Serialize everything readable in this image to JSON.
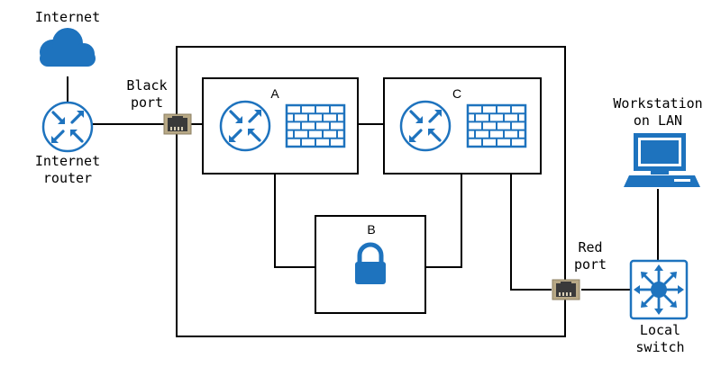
{
  "labels": {
    "internet": "Internet",
    "internet_router": "Internet\nrouter",
    "black_port": "Black\nport",
    "red_port": "Red\nport",
    "workstation": "Workstation\non LAN",
    "local_switch": "Local\nswitch",
    "box_a": "A",
    "box_b": "B",
    "box_c": "C"
  },
  "colors": {
    "icon_blue": "#1e73be",
    "line": "#000000",
    "port_fill": "#b8a986"
  },
  "icons": [
    "cloud-icon",
    "router-icon",
    "firewall-icon",
    "lock-icon",
    "workstation-icon",
    "switch-icon",
    "ethernet-port-icon"
  ]
}
